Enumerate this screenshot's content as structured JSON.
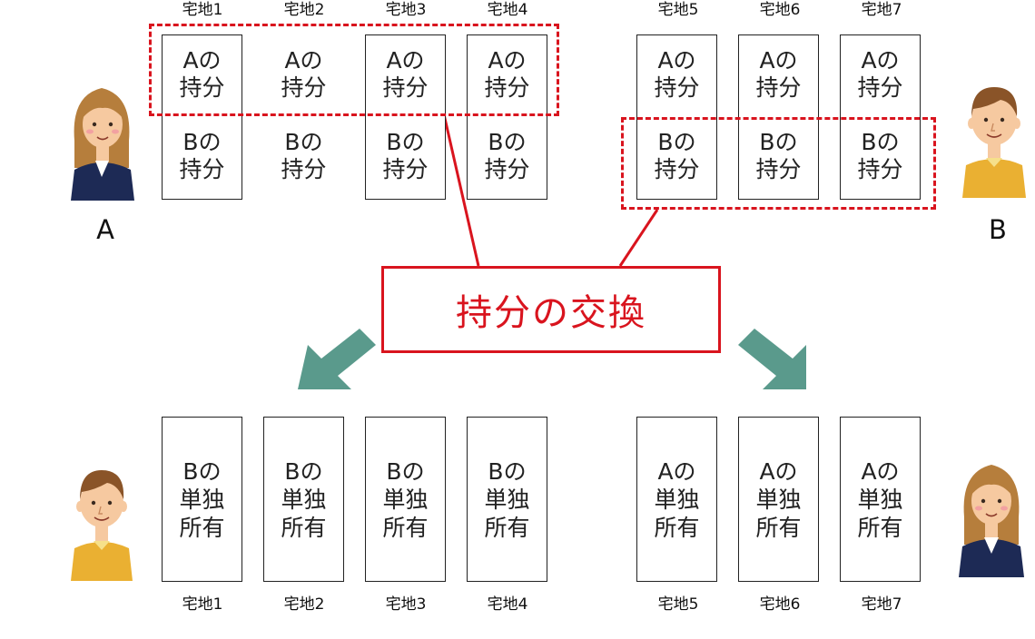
{
  "top": {
    "lots": [
      {
        "label": "宅地1",
        "a_line1": "Aの",
        "a_line2": "持分",
        "b_line1": "Bの",
        "b_line2": "持分"
      },
      {
        "label": "宅地2",
        "a_line1": "Aの",
        "a_line2": "持分",
        "b_line1": "Bの",
        "b_line2": "持分"
      },
      {
        "label": "宅地3",
        "a_line1": "Aの",
        "a_line2": "持分",
        "b_line1": "Bの",
        "b_line2": "持分"
      },
      {
        "label": "宅地4",
        "a_line1": "Aの",
        "a_line2": "持分",
        "b_line1": "Bの",
        "b_line2": "持分"
      },
      {
        "label": "宅地5",
        "a_line1": "Aの",
        "a_line2": "持分",
        "b_line1": "Bの",
        "b_line2": "持分"
      },
      {
        "label": "宅地6",
        "a_line1": "Aの",
        "a_line2": "持分",
        "b_line1": "Bの",
        "b_line2": "持分"
      },
      {
        "label": "宅地7",
        "a_line1": "Aの",
        "a_line2": "持分",
        "b_line1": "Bの",
        "b_line2": "持分"
      }
    ]
  },
  "persons": {
    "a_label": "A",
    "b_label": "B"
  },
  "exchange_label": "持分の交換",
  "bottom": {
    "lots": [
      {
        "label": "宅地1",
        "line1": "Bの",
        "line2": "単独",
        "line3": "所有"
      },
      {
        "label": "宅地2",
        "line1": "Bの",
        "line2": "単独",
        "line3": "所有"
      },
      {
        "label": "宅地3",
        "line1": "Bの",
        "line2": "単独",
        "line3": "所有"
      },
      {
        "label": "宅地4",
        "line1": "Bの",
        "line2": "単独",
        "line3": "所有"
      },
      {
        "label": "宅地5",
        "line1": "Aの",
        "line2": "単独",
        "line3": "所有"
      },
      {
        "label": "宅地6",
        "line1": "Aの",
        "line2": "単独",
        "line3": "所有"
      },
      {
        "label": "宅地7",
        "line1": "Aの",
        "line2": "単独",
        "line3": "所有"
      }
    ]
  },
  "colors": {
    "highlight": "#d9141e",
    "arrow": "#5a9a8c",
    "person_a_jacket": "#1d2a55",
    "person_b_shirt": "#eab032"
  }
}
